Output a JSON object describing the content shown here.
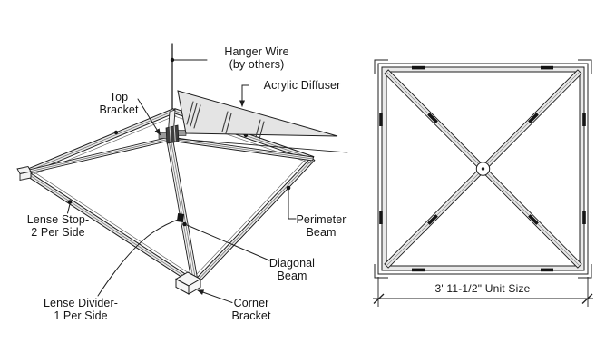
{
  "colors": {
    "background": "#ffffff",
    "line": "#1f1f1f",
    "beam_fill": "#e9e9e9",
    "panel_fill": "#e4e4e4",
    "text": "#161616",
    "lens_stop": "#151515"
  },
  "left_view": {
    "labels": {
      "hanger_wire": "Hanger Wire\n(by others)",
      "acrylic_diffuser": "Acrylic Diffuser",
      "top_bracket": "Top\nBracket",
      "lense_stop": "Lense Stop-\n2 Per Side",
      "perimeter_beam": "Perimeter\nBeam",
      "diagonal_beam": "Diagonal\nBeam",
      "lense_divider": "Lense Divider-\n1 Per Side",
      "corner_bracket": "Corner\nBracket"
    }
  },
  "right_view": {
    "dimension": "3' 11-1/2\" Unit Size"
  }
}
